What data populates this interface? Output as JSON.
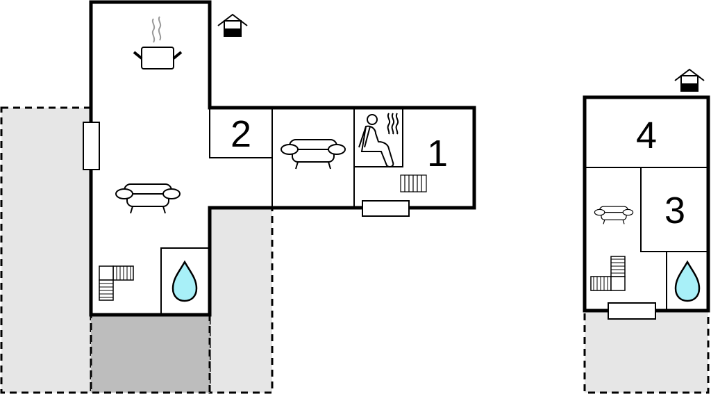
{
  "rooms": {
    "room1": "1",
    "room2": "2",
    "room3": "3",
    "room4": "4"
  },
  "colors": {
    "terrace": "#e6e6e6",
    "covered_terrace": "#bdbdbd",
    "water": "#a8f0f8",
    "wall": "#000000"
  },
  "icons": [
    "home-entrance-icon",
    "cooking-pot-icon",
    "sofa-icon",
    "sauna-icon",
    "radiator-icon",
    "stairs-icon",
    "water-drop-icon",
    "window-icon"
  ]
}
